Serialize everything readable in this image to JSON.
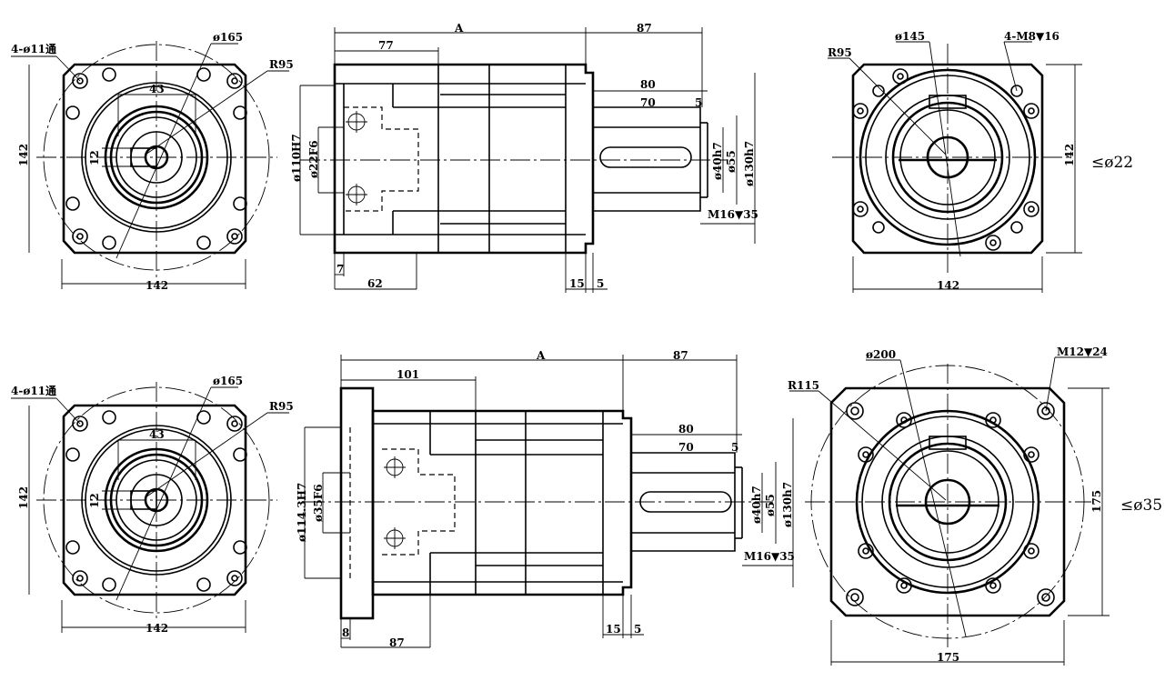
{
  "top": {
    "left": {
      "holes": "4-ø11通",
      "pcd": "ø165",
      "radius": "R95",
      "key_w": "43",
      "key_h": "12",
      "height": "142",
      "width": "142"
    },
    "side": {
      "overall": "A",
      "shaft_len": "87",
      "flange_depth": "77",
      "shaft_80": "80",
      "shaft_70": "70",
      "shaft_5": "5",
      "bore": "ø110H7",
      "input_bore": "ø22F6",
      "shaft_d": "ø40h7",
      "shaft_d2": "ø55",
      "pilot": "ø130h7",
      "tap": "M16▼35",
      "t7": "7",
      "d62": "62",
      "d15": "15",
      "d5": "5"
    },
    "right": {
      "pcd": "ø145",
      "tap": "4-M8▼16",
      "radius": "R95",
      "height": "142",
      "width": "142",
      "max_input": "≤ø22"
    }
  },
  "bottom": {
    "left": {
      "holes": "4-ø11通",
      "pcd": "ø165",
      "radius": "R95",
      "key_w": "43",
      "key_h": "12",
      "height": "142",
      "width": "142"
    },
    "side": {
      "overall": "A",
      "shaft_len": "87",
      "flange_depth": "101",
      "shaft_80": "80",
      "shaft_70": "70",
      "shaft_5": "5",
      "bore": "ø114.3H7",
      "input_bore": "ø35F6",
      "shaft_d": "ø40h7",
      "shaft_d2": "ø55",
      "pilot": "ø130h7",
      "tap": "M16▼35",
      "t8": "8",
      "d87": "87",
      "d15": "15",
      "d5": "5"
    },
    "right": {
      "pcd": "ø200",
      "tap": "M12▼24",
      "radius": "R115",
      "height": "175",
      "width": "175",
      "max_input": "≤ø35"
    }
  }
}
